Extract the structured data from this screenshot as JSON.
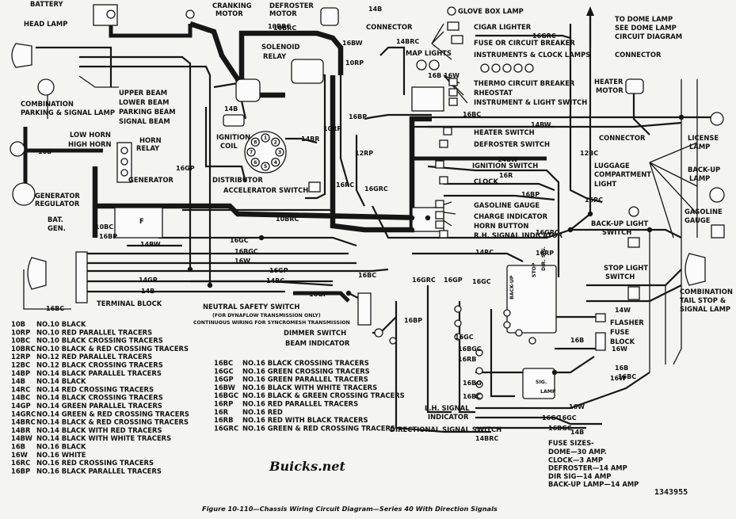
{
  "components_left": [
    "BATTERY",
    "HEAD LAMP",
    "COMBINATION",
    "PARKING & SIGNAL LAMP",
    "UPPER BEAM",
    "LOWER BEAM",
    "PARKING BEAM",
    "SIGNAL BEAM",
    "LOW HORN",
    "HIGH HORN",
    "HORN",
    "RELAY",
    "GENERATOR",
    "GENERATOR",
    "REGULATOR",
    "BAT.",
    "GEN.",
    "F",
    "TERMINAL BLOCK"
  ],
  "components_center": [
    "CRANKING",
    "MOTOR",
    "DEFROSTER",
    "MOTOR",
    "SOLENOID",
    "RELAY",
    "IGNITION",
    "COIL",
    "DISTRIBUTOR",
    "ACCELERATOR SWITCH",
    "NEUTRAL SAFETY SWITCH",
    "(FOR DYNAFLOW TRANSMISSION ONLY)",
    "CONTINUOUS WIRING FOR SYNCROMESH TRANSMISSION",
    "DIMMER SWITCH",
    "BEAM INDICATOR",
    "L.H. SIGNAL",
    "INDICATOR",
    "DIRECTIONAL SIGNAL SWITCH"
  ],
  "components_right": [
    "GLOVE BOX LAMP",
    "CONNECTOR",
    "CIGAR LIGHTER",
    "FUSE OR CIRCUIT BREAKER",
    "MAP LIGHTS",
    "INSTRUMENTS & CLOCK LAMPS",
    "THERMO CIRCUIT BREAKER",
    "RHEOSTAT",
    "INSTRUMENT & LIGHT SWITCH",
    "HEATER SWITCH",
    "DEFROSTER SWITCH",
    "IGNITION SWITCH",
    "CLOCK",
    "GASOLINE GAUGE",
    "CHARGE INDICATOR",
    "HORN BUTTON",
    "R.H. SIGNAL INDICATOR",
    "TO DOME LAMP",
    "SEE DOME LAMP",
    "CIRCUIT DIAGRAM",
    "CONNECTOR",
    "HEATER",
    "MOTOR",
    "CONNECTOR",
    "LICENSE",
    "LAMP",
    "LUGGAGE",
    "COMPARTMENT",
    "LIGHT",
    "BACK-UP",
    "LAMP",
    "GASOLINE",
    "GAUGE",
    "BACK-UP LIGHT",
    "SWITCH",
    "STOP LIGHT",
    "SWITCH",
    "COMBINATION",
    "TAIL STOP &",
    "SIGNAL LAMP",
    "FLASHER",
    "FUSE",
    "BLOCK"
  ],
  "relay_box_labels": [
    "BACK-UP",
    "STOP",
    "DIR. SIG.",
    "SIG.",
    "LAMP"
  ],
  "distributor_pins": [
    "1",
    "2",
    "3",
    "4",
    "5",
    "6",
    "7",
    "8"
  ],
  "wire_labels": [
    "10BRC",
    "14B",
    "16BW",
    "10RP",
    "16BP",
    "16GRC",
    "14BRC",
    "16B",
    "16W",
    "14B",
    "16GP",
    "14BR",
    "10RP",
    "12RP",
    "16RC",
    "10B",
    "10BRC",
    "10BC",
    "16BP",
    "14BW",
    "16GC",
    "16BGC",
    "16W",
    "16GP",
    "14GP",
    "14BC",
    "14B",
    "16BC",
    "16BC",
    "14BW",
    "10BRC",
    "14BW",
    "16R",
    "16BP",
    "16GRC",
    "16GC",
    "16GRC",
    "16GP",
    "12BC",
    "16RC",
    "14RC",
    "16RP",
    "16BC",
    "16BP",
    "16GP",
    "16GC",
    "16BGC",
    "16RB",
    "16BG",
    "16BC",
    "16GRC",
    "16B",
    "16W",
    "16GC",
    "16BGC",
    "14BRC",
    "16W",
    "16B",
    "16BC",
    "14W",
    "16GC",
    "16W",
    "14B"
  ],
  "wire_legend_1": [
    {
      "code": "10B",
      "desc": "NO.10 BLACK"
    },
    {
      "code": "10RP",
      "desc": "NO.10 RED PARALLEL TRACERS"
    },
    {
      "code": "10BC",
      "desc": "NO.10 BLACK CROSSING TRACERS"
    },
    {
      "code": "10BRC",
      "desc": "NO.10 BLACK & RED CROSSING TRACERS"
    },
    {
      "code": "12RP",
      "desc": "NO.12 RED PARALLEL TRACERS"
    },
    {
      "code": "12BC",
      "desc": "NO.12 BLACK CROSSING TRACERS"
    },
    {
      "code": "14BP",
      "desc": "NO.14 BLACK PARALLEL TRACERS"
    },
    {
      "code": "14B",
      "desc": "NO.14 BLACK"
    },
    {
      "code": "14RC",
      "desc": "NO.14 RED CROSSING TRACERS"
    },
    {
      "code": "14BC",
      "desc": "NO.14 BLACK CROSSING TRACERS"
    },
    {
      "code": "14GP",
      "desc": "NO.14 GREEN PARALLEL TRACERS"
    },
    {
      "code": "14GRC",
      "desc": "NO.14 GREEN & RED CROSSING TRACERS"
    },
    {
      "code": "14BRC",
      "desc": "NO.14 BLACK & RED CROSSING TRACERS"
    },
    {
      "code": "14BR",
      "desc": "NO.14 BLACK WITH RED TRACERS"
    },
    {
      "code": "14BW",
      "desc": "NO.14 BLACK WITH WHITE TRACERS"
    },
    {
      "code": "16B",
      "desc": "NO.16 BLACK"
    },
    {
      "code": "16W",
      "desc": "NO.16 WHITE"
    },
    {
      "code": "16RC",
      "desc": "NO.16 RED CROSSING TRACERS"
    },
    {
      "code": "16BP",
      "desc": "NO.16 BLACK PARALLEL TRACERS"
    }
  ],
  "wire_legend_2": [
    {
      "code": "16BC",
      "desc": "NO.16 BLACK CROSSING TRACERS"
    },
    {
      "code": "16GC",
      "desc": "NO.16 GREEN CROSSING TRACERS"
    },
    {
      "code": "16GP",
      "desc": "NO.16 GREEN PARALLEL TRACERS"
    },
    {
      "code": "16BW",
      "desc": "NO.16 BLACK WITH WHITE TRACERS"
    },
    {
      "code": "16BGC",
      "desc": "NO.16 BLACK & GREEN CROSSING TRACERS"
    },
    {
      "code": "16RP",
      "desc": "NO.16 RED PARALLEL TRACERS"
    },
    {
      "code": "16R",
      "desc": "NO.16 RED"
    },
    {
      "code": "16RB",
      "desc": "NO.16 RED WITH BLACK TRACERS"
    },
    {
      "code": "16GRC",
      "desc": "NO.16 GREEN & RED CROSSING TRACERS"
    }
  ],
  "fuse_sizes": {
    "title": "FUSE SIZES-",
    "items": [
      "DOME—30 AMP.",
      "CLOCK—3 AMP",
      "DEFROSTER—14 AMP",
      "DIR SIG—14 AMP",
      "BACK-UP LAMP—14 AMP"
    ]
  },
  "watermark": "Buicks.net",
  "caption": "Figure 10-110—Chassis Wiring Circuit Diagram—Series 40 With Direction Signals",
  "figure_number": "1343955"
}
